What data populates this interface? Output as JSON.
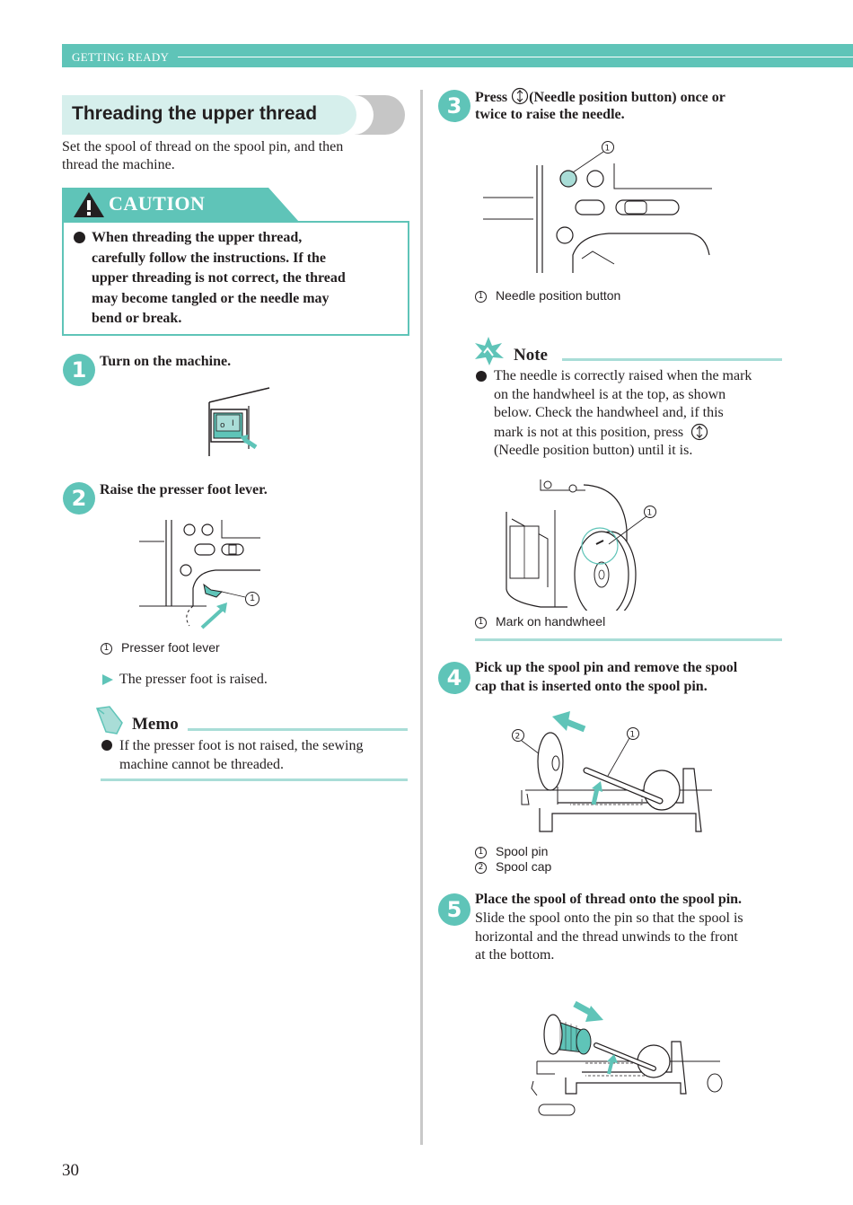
{
  "header": {
    "section": "GETTING READY"
  },
  "section": {
    "title": "Threading the upper thread",
    "intro_line1": "Set the spool of thread on the spool pin, and then",
    "intro_line2": "thread the machine."
  },
  "caution": {
    "title": "CAUTION",
    "lines": [
      "When threading the upper thread,",
      "carefully follow the instructions. If the",
      "upper threading is not correct, the thread",
      "may become tangled or the needle may",
      "bend or break."
    ]
  },
  "steps": [
    {
      "number": "1",
      "text": "Turn on the machine."
    },
    {
      "number": "2",
      "text": "Raise the presser foot lever.",
      "callout_num": "1",
      "callout_label": "Presser foot lever",
      "result": "The presser foot is raised."
    },
    {
      "number": "3",
      "text_line1_a": "Press",
      "text_line1_b": "(Needle position button) once or",
      "text_line2": "twice to raise the needle.",
      "callout_num": "1",
      "callout_label": "Needle position button"
    },
    {
      "number": "4",
      "text_line1": "Pick up the spool pin and remove the spool",
      "text_line2": "cap that is inserted onto the spool pin.",
      "callouts": [
        {
          "num": "1",
          "label": "Spool pin"
        },
        {
          "num": "2",
          "label": "Spool cap"
        }
      ]
    },
    {
      "number": "5",
      "title": "Place the spool of thread onto the spool pin.",
      "body": [
        "Slide the spool onto the pin so that the spool is",
        "horizontal and the thread unwinds to the front",
        "at the bottom."
      ]
    }
  ],
  "memo": {
    "title": "Memo",
    "lines": [
      "If the presser foot is not raised, the sewing",
      "machine cannot be threaded."
    ]
  },
  "note": {
    "title": "Note",
    "lines": [
      "The needle is correctly raised when the mark",
      "on the handwheel is at the top, as shown",
      "below. Check the handwheel and, if this",
      "mark is not at this position, press",
      "(Needle position button) until it is."
    ],
    "callout_num": "1",
    "callout_label": "Mark on handwheel"
  },
  "page_number": "30",
  "colors": {
    "accent": "#5fc4b8",
    "accent_light": "#d6efec",
    "text": "#231f20"
  }
}
